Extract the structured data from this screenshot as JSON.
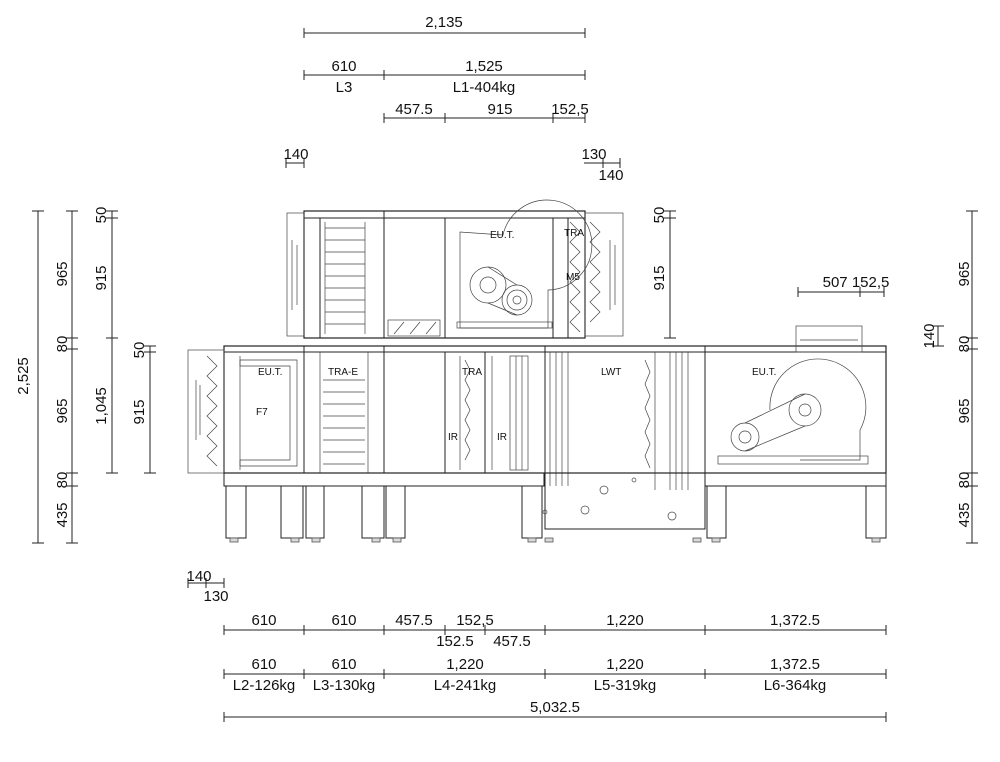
{
  "top_dims": {
    "total": "2,135",
    "l3_width": "610",
    "l3_label": "L3",
    "l1_width": "1,525",
    "l1_label": "L1-404kg",
    "sub_a": "457.5",
    "sub_b": "915",
    "sub_c": "152,5",
    "offset_left": "140",
    "offset_right_a": "130",
    "offset_right_b": "140"
  },
  "bottom_dims": {
    "offset_a": "140",
    "offset_b": "130",
    "row1": [
      "610",
      "610",
      "457.5",
      "152,5",
      "1,220",
      "1,372.5"
    ],
    "row1_sub": [
      "152.5",
      "457.5"
    ],
    "row2": [
      "610",
      "610",
      "1,220",
      "1,220",
      "1,372.5"
    ],
    "row2_labels": [
      "L2-126kg",
      "L3-130kg",
      "L4-241kg",
      "L5-319kg",
      "L6-364kg"
    ],
    "total": "5,032.5"
  },
  "left_dims": {
    "overall": "2,525",
    "upper_outer": "965",
    "gap_outer": "80",
    "lower_outer": "965",
    "base_outer": "80",
    "feet_outer": "435",
    "upper_inner_top": "50",
    "upper_inner": "915",
    "lower_inner_total": "1,045",
    "lower_inner_top": "50",
    "lower_inner": "915"
  },
  "mid_dims": {
    "top": "50",
    "inner": "915"
  },
  "right_dims": {
    "fan_dims": "507 152,5",
    "upper": "965",
    "outlet": "140",
    "gap": "80",
    "lower": "965",
    "base": "80",
    "feet": "435"
  },
  "section_labels": {
    "eut_top": "EU.T.",
    "tra_top": "TRA",
    "m5": "M5",
    "eut_left": "EU.T.",
    "f7": "F7",
    "tra_e": "TRA-E",
    "tra_mid": "TRA",
    "ir_left": "IR",
    "ir_right": "IR",
    "lwt": "LWT",
    "eut_right": "EU.T."
  }
}
